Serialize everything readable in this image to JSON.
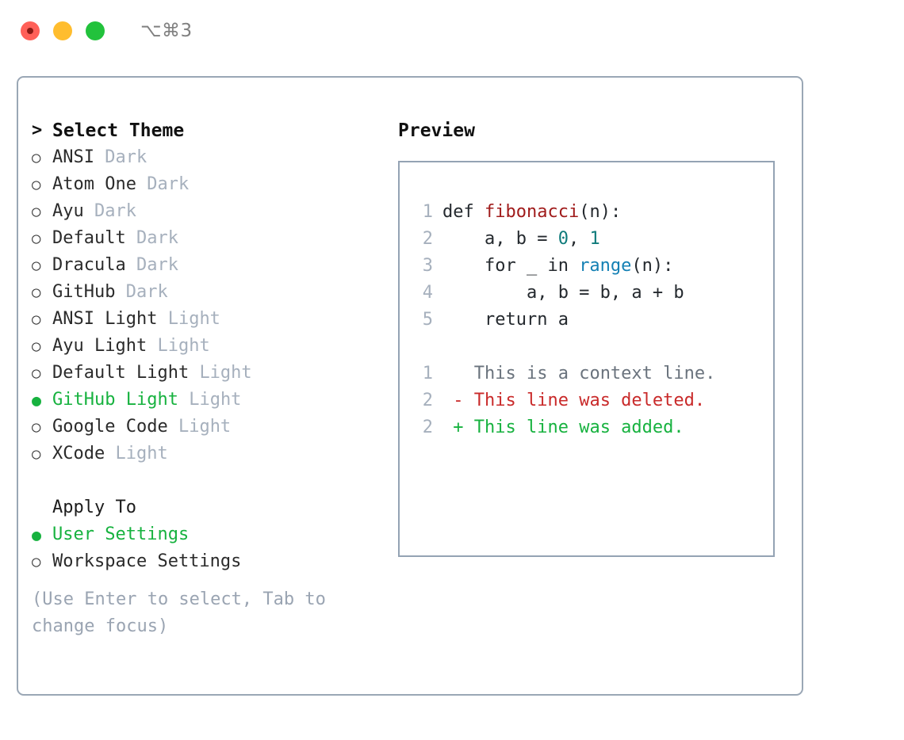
{
  "window": {
    "shortcut": "⌥⌘3",
    "traffic_lights": [
      {
        "name": "close",
        "color": "#ff6058"
      },
      {
        "name": "minimize",
        "color": "#ffbd2e"
      },
      {
        "name": "maximize",
        "color": "#22c23c"
      }
    ]
  },
  "colors": {
    "selected_green": "#17b23f",
    "muted": "#a6b0bd",
    "hint": "#9aa4b2",
    "border": "#9aa7b5",
    "preview_border": "#94a3b4",
    "function": "#a01b1b",
    "number": "#0f7b7b",
    "builtin": "#1480b4",
    "diff_added": "#17b23f",
    "diff_removed": "#c92a2a",
    "diff_context": "#6a737d"
  },
  "theme_picker": {
    "caret": ">",
    "title": "Select Theme",
    "marker_unselected": "○",
    "marker_selected": "●",
    "items": [
      {
        "name": "ANSI",
        "tag": "Dark",
        "selected": false
      },
      {
        "name": "Atom One",
        "tag": "Dark",
        "selected": false
      },
      {
        "name": "Ayu",
        "tag": "Dark",
        "selected": false
      },
      {
        "name": "Default",
        "tag": "Dark",
        "selected": false
      },
      {
        "name": "Dracula",
        "tag": "Dark",
        "selected": false
      },
      {
        "name": "GitHub",
        "tag": "Dark",
        "selected": false
      },
      {
        "name": "ANSI Light",
        "tag": "Light",
        "selected": false
      },
      {
        "name": "Ayu Light",
        "tag": "Light",
        "selected": false
      },
      {
        "name": "Default Light",
        "tag": "Light",
        "selected": false
      },
      {
        "name": "GitHub Light",
        "tag": "Light",
        "selected": true
      },
      {
        "name": "Google Code",
        "tag": "Light",
        "selected": false
      },
      {
        "name": "XCode",
        "tag": "Light",
        "selected": false
      }
    ]
  },
  "apply_to": {
    "title": "Apply To",
    "items": [
      {
        "name": "User Settings",
        "selected": true
      },
      {
        "name": "Workspace Settings",
        "selected": false
      }
    ]
  },
  "hint": "(Use Enter to select, Tab to change focus)",
  "preview": {
    "title": "Preview",
    "code_lines": [
      {
        "num": "1",
        "tokens": [
          {
            "t": "def ",
            "k": "plain"
          },
          {
            "t": "fibonacci",
            "k": "fn"
          },
          {
            "t": "(n):",
            "k": "plain"
          }
        ]
      },
      {
        "num": "2",
        "tokens": [
          {
            "t": "    a, b = ",
            "k": "plain"
          },
          {
            "t": "0",
            "k": "num"
          },
          {
            "t": ", ",
            "k": "plain"
          },
          {
            "t": "1",
            "k": "num"
          }
        ]
      },
      {
        "num": "3",
        "tokens": [
          {
            "t": "    for _ in ",
            "k": "plain"
          },
          {
            "t": "range",
            "k": "bi"
          },
          {
            "t": "(n):",
            "k": "plain"
          }
        ]
      },
      {
        "num": "4",
        "tokens": [
          {
            "t": "        a, b = b, a + b",
            "k": "plain"
          }
        ]
      },
      {
        "num": "5",
        "tokens": [
          {
            "t": "    return a",
            "k": "plain"
          }
        ]
      }
    ],
    "diff_lines": [
      {
        "num": "1",
        "sign": " ",
        "text": "This is a context line.",
        "kind": "ctx"
      },
      {
        "num": "2",
        "sign": "-",
        "text": "This line was deleted.",
        "kind": "del"
      },
      {
        "num": "2",
        "sign": "+",
        "text": "This line was added.",
        "kind": "add"
      }
    ]
  }
}
